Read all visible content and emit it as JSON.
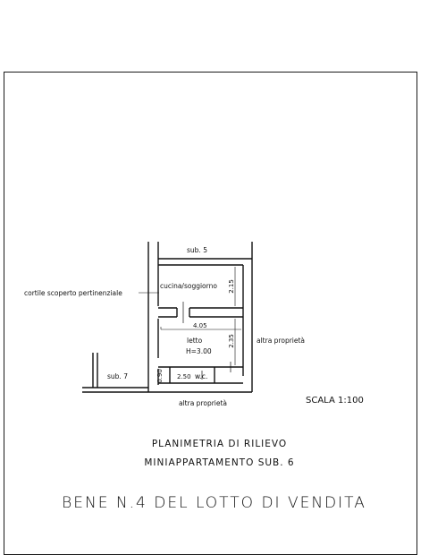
{
  "plan": {
    "labels": {
      "sub5": "sub. 5",
      "sub7": "sub. 7",
      "courtyard": "cortile scoperto pertinenziale",
      "kitchen": "cucina/soggiorno",
      "bedroom": "letto",
      "height": "H=3.00",
      "wc": "w.c.",
      "other_property_right": "altra proprietà",
      "other_property_bottom": "altra proprietà"
    },
    "dimensions": {
      "kitchen_depth": "2.15",
      "bedroom_width": "4.05",
      "bedroom_depth": "2.35",
      "wc_width": "2.50",
      "wc_depth": "0.90"
    }
  },
  "scale": "SCALA 1:100",
  "captions": {
    "line1": "PLANIMETRIA DI RILIEVO",
    "line2": "MINIAPPARTAMENTO SUB. 6",
    "title": "BENE N.4 DEL LOTTO DI VENDITA"
  }
}
